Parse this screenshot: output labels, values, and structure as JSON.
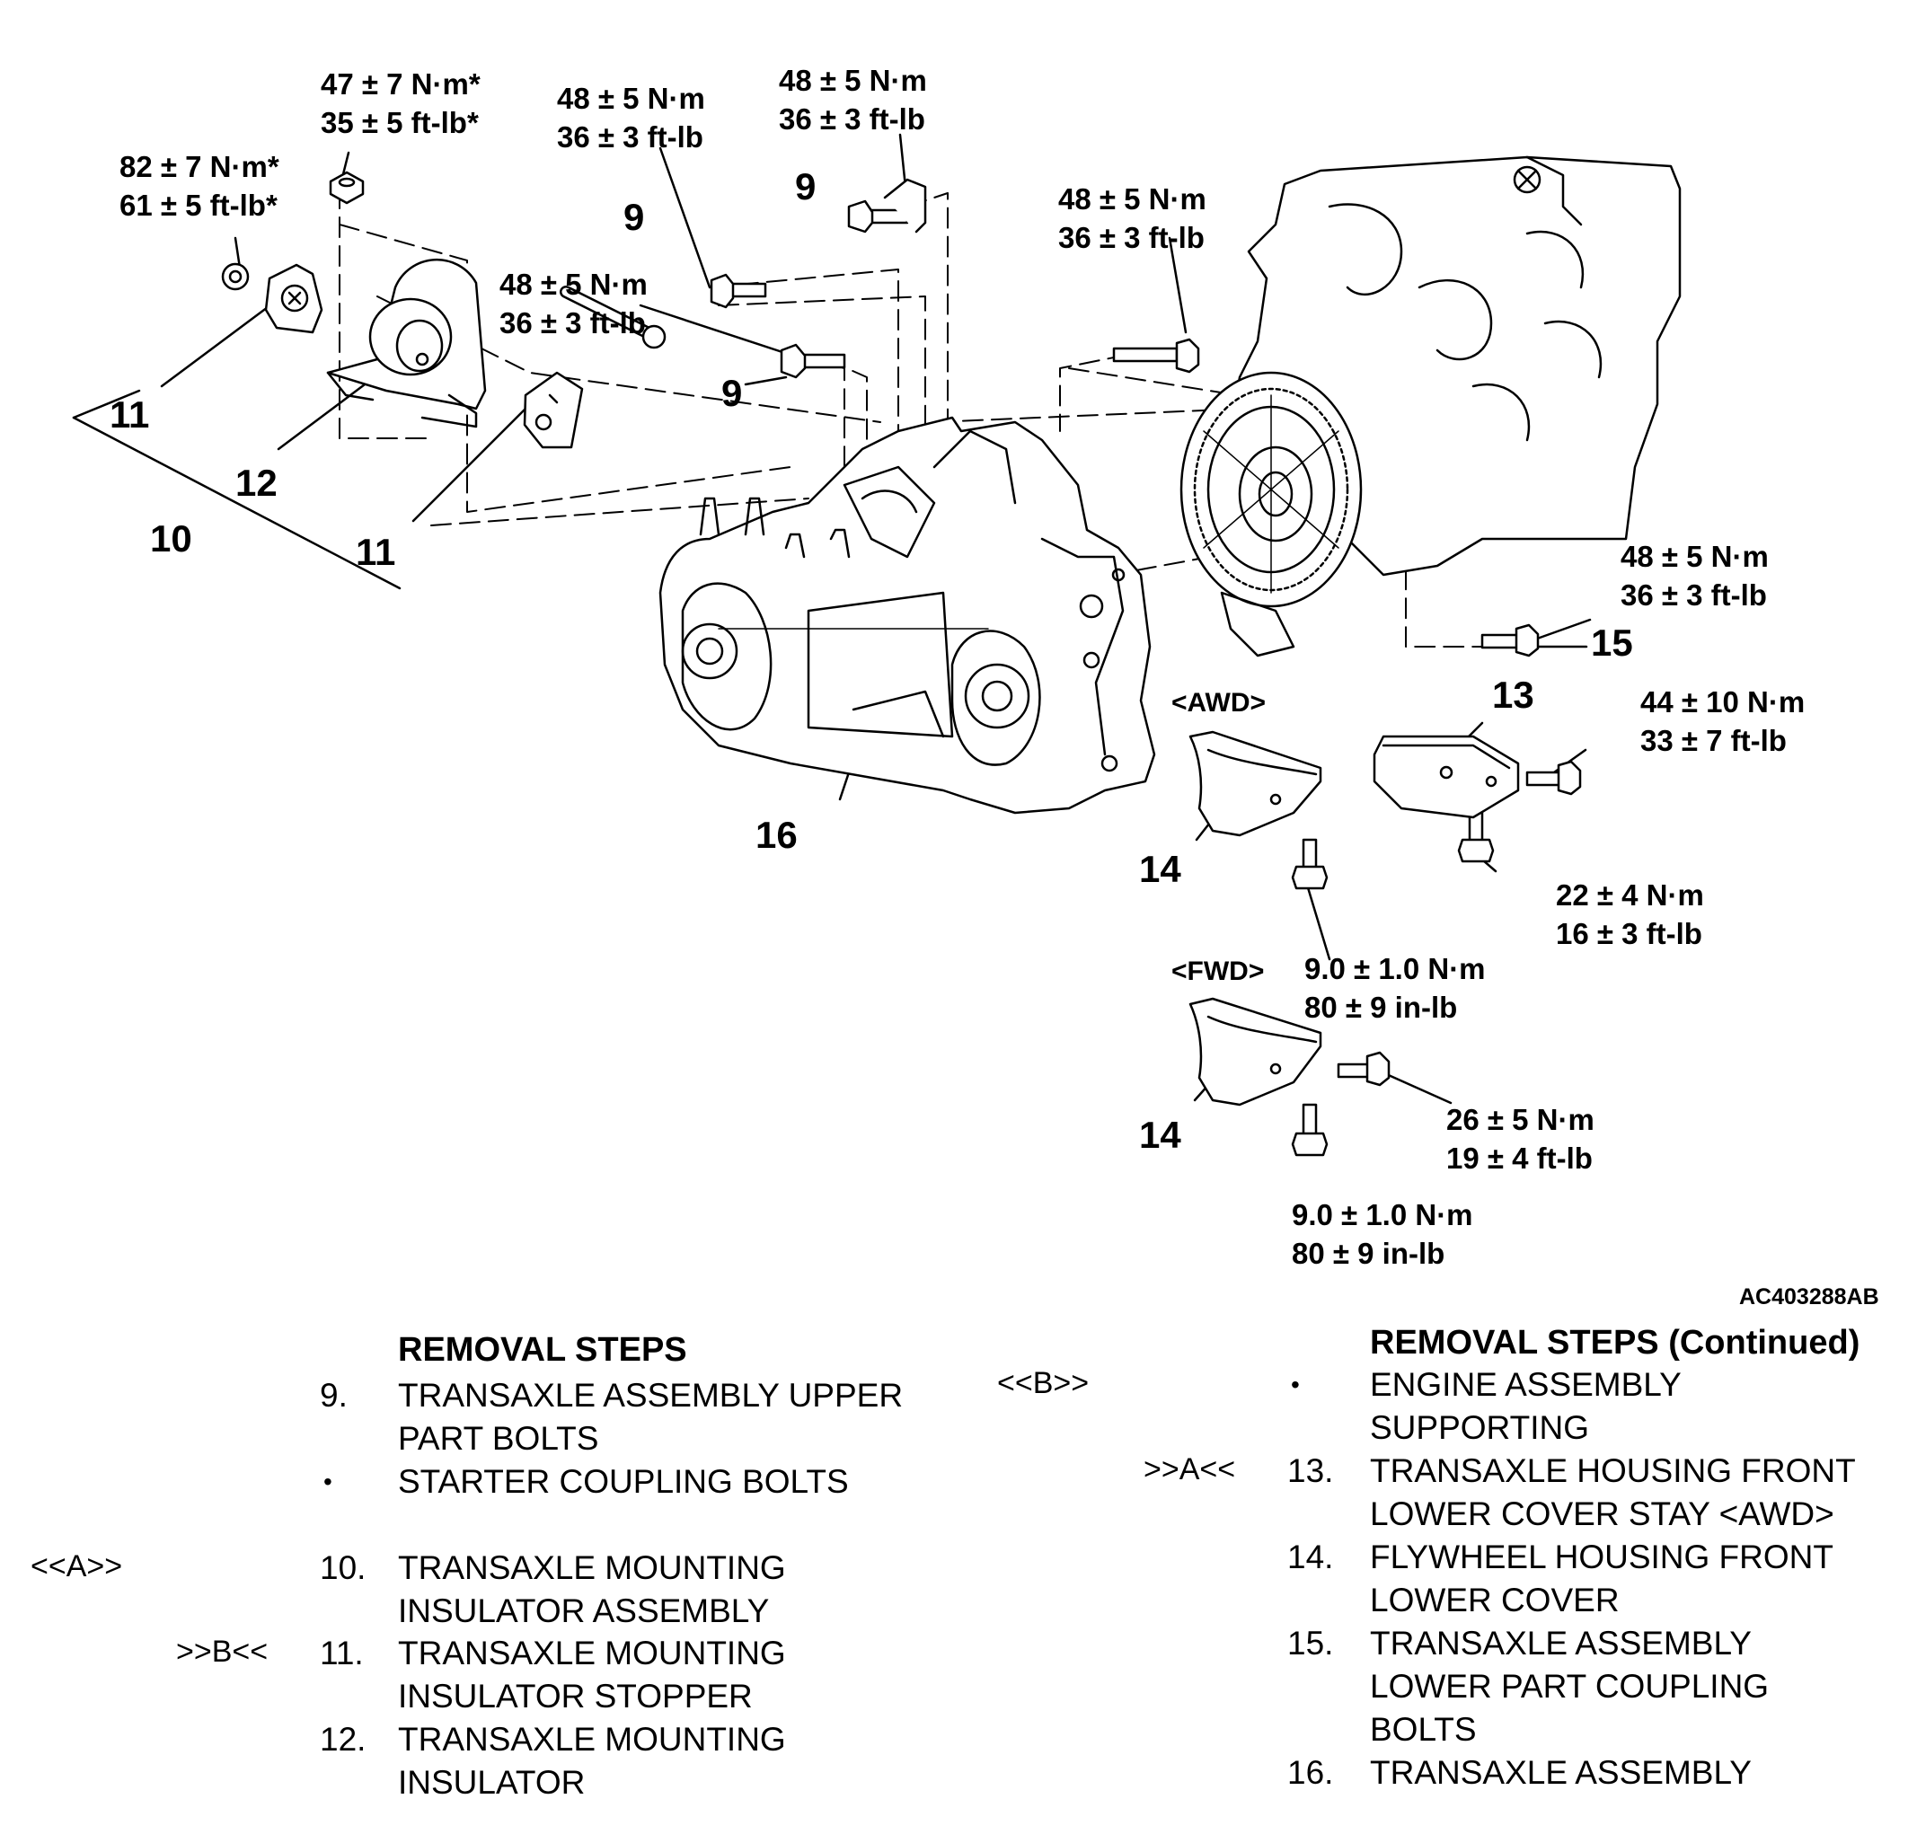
{
  "figure_id": "AC403288AB",
  "torques": {
    "t82": {
      "nm": "82 ± 7 N·m*",
      "ftlb": "61 ± 5 ft-lb*"
    },
    "t47": {
      "nm": "47 ± 7 N·m*",
      "ftlb": "35 ± 5 ft-lb*"
    },
    "t48a": {
      "nm": "48 ± 5 N·m",
      "ftlb": "36 ± 3 ft-lb"
    },
    "t48b": {
      "nm": "48 ± 5 N·m",
      "ftlb": "36 ± 3 ft-lb"
    },
    "t48c": {
      "nm": "48 ± 5 N·m",
      "ftlb": "36 ± 3 ft-lb"
    },
    "t48d": {
      "nm": "48 ± 5 N·m",
      "ftlb": "36 ± 3 ft-lb"
    },
    "t48e": {
      "nm": "48 ± 5 N·m",
      "ftlb": "36 ± 3 ft-lb"
    },
    "t44": {
      "nm": "44 ± 10 N·m",
      "ftlb": "33 ± 7 ft-lb"
    },
    "t22": {
      "nm": "22 ± 4 N·m",
      "ftlb": "16 ± 3 ft-lb"
    },
    "t9a": {
      "nm": "9.0 ± 1.0 N·m",
      "inlb": "80 ± 9 in-lb"
    },
    "t26": {
      "nm": "26 ± 5 N·m",
      "ftlb": "19 ± 4 ft-lb"
    },
    "t9b": {
      "nm": "9.0 ± 1.0 N·m",
      "inlb": "80 ± 9 in-lb"
    }
  },
  "callouts": {
    "c9a": "9",
    "c9b": "9",
    "c9c": "9",
    "c10": "10",
    "c11a": "11",
    "c11b": "11",
    "c12": "12",
    "c13": "13",
    "c14a": "14",
    "c14b": "14",
    "c15": "15",
    "c16": "16"
  },
  "variants": {
    "awd": "<AWD>",
    "fwd": "<FWD>"
  },
  "removal_steps": {
    "heading": "REMOVAL STEPS",
    "heading_continued": "REMOVAL STEPS (Continued)",
    "left": [
      {
        "num": "9.",
        "lines": [
          "TRANSAXLE ASSEMBLY UPPER",
          "PART BOLTS"
        ],
        "ref": ""
      },
      {
        "num": "•",
        "lines": [
          "STARTER COUPLING BOLTS"
        ],
        "ref": ""
      },
      {
        "num": "10.",
        "lines": [
          "TRANSAXLE MOUNTING",
          "INSULATOR ASSEMBLY"
        ],
        "ref": "<<A>>"
      },
      {
        "num": "11.",
        "lines": [
          "TRANSAXLE MOUNTING",
          "INSULATOR STOPPER"
        ],
        "ref": ">>B<<"
      },
      {
        "num": "12.",
        "lines": [
          "TRANSAXLE MOUNTING",
          "INSULATOR"
        ],
        "ref": ""
      }
    ],
    "right": [
      {
        "num": "•",
        "lines": [
          "ENGINE ASSEMBLY",
          "SUPPORTING"
        ],
        "ref": "<<B>>"
      },
      {
        "num": "13.",
        "lines": [
          "TRANSAXLE HOUSING FRONT",
          "LOWER COVER STAY <AWD>"
        ],
        "ref": ">>A<<"
      },
      {
        "num": "14.",
        "lines": [
          "FLYWHEEL HOUSING FRONT",
          "LOWER COVER"
        ],
        "ref": ""
      },
      {
        "num": "15.",
        "lines": [
          "TRANSAXLE ASSEMBLY",
          "LOWER PART COUPLING",
          "BOLTS"
        ],
        "ref": ""
      },
      {
        "num": "16.",
        "lines": [
          "TRANSAXLE ASSEMBLY"
        ],
        "ref": ""
      }
    ]
  }
}
